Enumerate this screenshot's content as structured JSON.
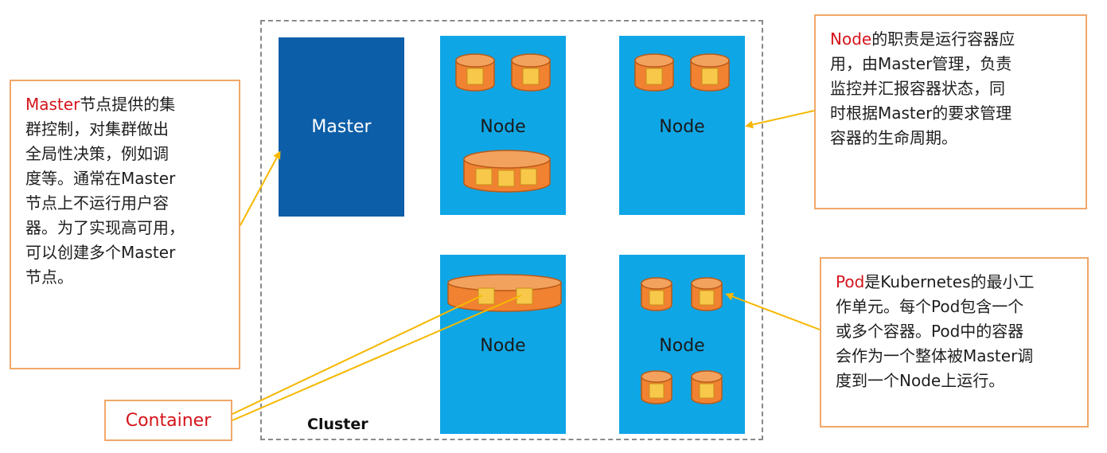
{
  "labels": {
    "cluster": "Cluster",
    "master": "Master",
    "node": "Node",
    "container": "Container"
  },
  "callouts": {
    "master": {
      "highlight": "Master",
      "text": "节点提供的集\n群控制，对集群做出\n全局性决策，例如调\n度等。通常在Master\n节点上不运行用户容\n器。为了实现高可用，\n可以创建多个Master\n节点。"
    },
    "node": {
      "highlight": "Node",
      "text": "的职责是运行容器应\n用，由Master管理，负责\n监控并汇报容器状态，同\n时根据Master的要求管理\n容器的生命周期。"
    },
    "pod": {
      "highlight": "Pod",
      "text": "是Kubernetes的最小工\n作单元。每个Pod包含一个\n或多个容器。Pod中的容器\n会作为一个整体被Master调\n度到一个Node上运行。"
    }
  },
  "colors": {
    "highlight": "#d4141a",
    "callout_border": "#f0a868",
    "arrow": "#f5b800",
    "master": "#0d5ea8",
    "node": "#0fa6e6",
    "pod": "#f08231",
    "container": "#f7c84a"
  }
}
